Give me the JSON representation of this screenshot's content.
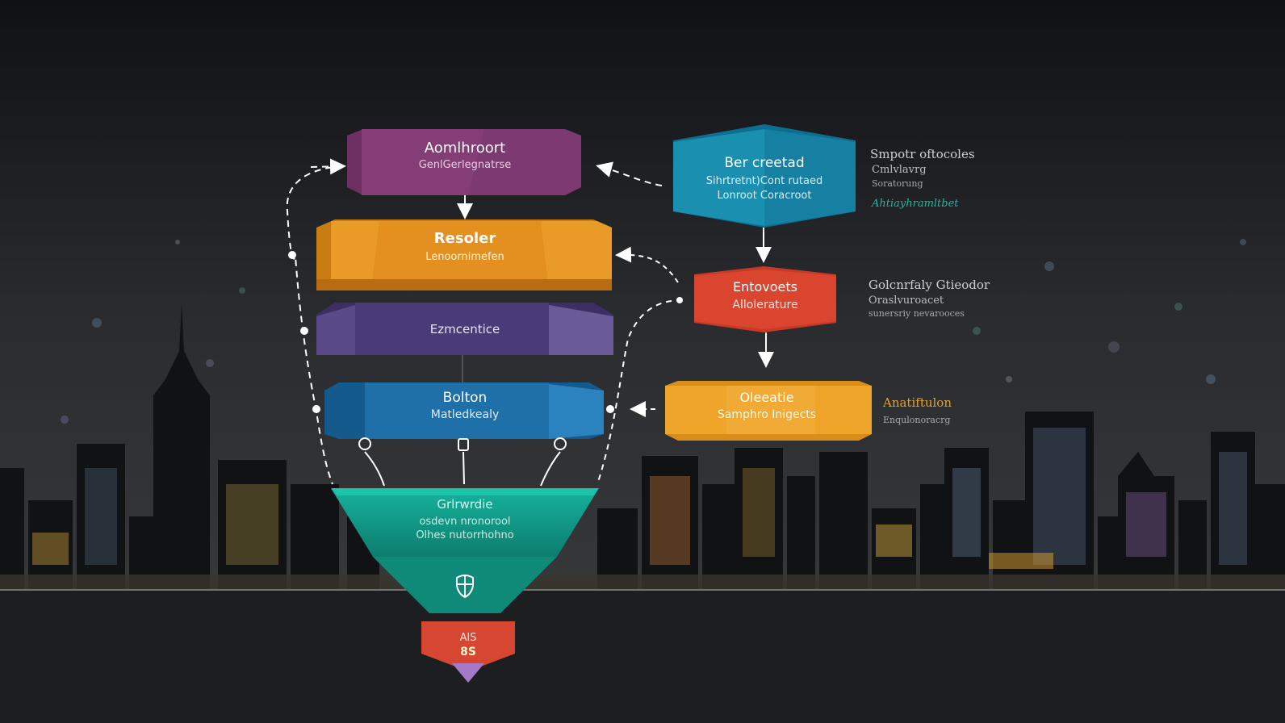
{
  "colors": {
    "plum": "#7c3a6e",
    "orange": "#e89a24",
    "violet": "#4a3a78",
    "blue": "#1f6fa8",
    "teal_box": "#1a8fb0",
    "red": "#d9452f",
    "amber": "#efa52a",
    "funnel_teal": "#12a08c",
    "funnel_red": "#d64630",
    "teal_text": "#27b3a4"
  },
  "layers": [
    {
      "title": "Aomlhroort",
      "subtitle": "GenlGerlegnatrse"
    },
    {
      "title": "Resoler",
      "subtitle": "Lenoornimefen"
    },
    {
      "title": "Ezmcentice",
      "subtitle": ""
    },
    {
      "title": "Bolton",
      "subtitle": "Matledkealy"
    }
  ],
  "right_boxes": [
    {
      "title": "Ber creetad",
      "lines": [
        "Sihrtretnt)Cont rutaed",
        "Lonroot Coracroot"
      ]
    },
    {
      "title": "Entovoets",
      "lines": [
        "Allolerature"
      ]
    },
    {
      "title": "Oleeatie",
      "lines": [
        "Samphro Inigects"
      ]
    }
  ],
  "side_notes": [
    {
      "lines": [
        "Smpotr oftocoles",
        "Cmlvlavrg",
        "Soratorung"
      ],
      "accent": "Ahtiayhramltbet"
    },
    {
      "lines": [
        "Golcnrfaly Gtieodor",
        "Oraslvuroacet",
        "sunersriy nevarooces"
      ],
      "accent": ""
    },
    {
      "lines": [
        "Anatiftulon",
        "Enqulonoracrg"
      ],
      "accent": ""
    }
  ],
  "funnel": {
    "title": "Grlrwrdie",
    "lines": [
      "osdevn nronorool",
      "Olhes nutorrhohno"
    ],
    "icon": "shield-icon"
  },
  "bottom_box": {
    "line1": "AlS",
    "line2": "8S"
  },
  "icons": [
    "rope-loop-icon",
    "plug-icon",
    "rope-loop-icon"
  ]
}
